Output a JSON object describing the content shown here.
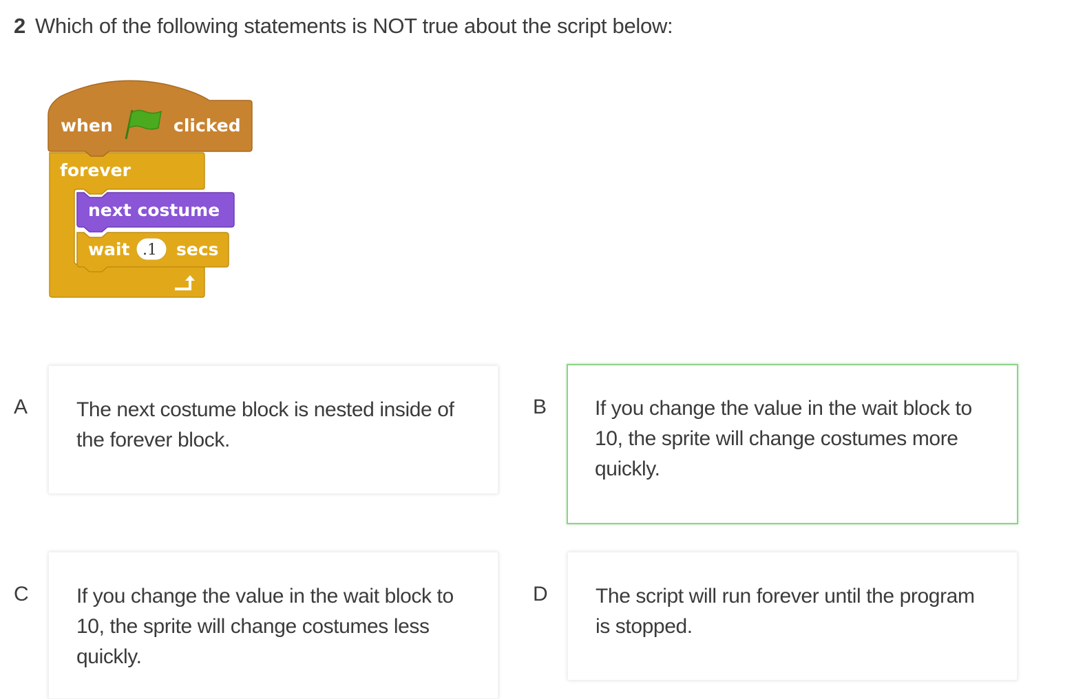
{
  "question": {
    "number": "2",
    "text": "Which of the following statements is NOT true about the script below:"
  },
  "script": {
    "hat_when": "when",
    "hat_clicked": "clicked",
    "flag_icon": "green-flag-icon",
    "forever_label": "forever",
    "next_costume_label": "next costume",
    "wait_label": "wait",
    "wait_value": ".1",
    "secs_label": "secs",
    "loop_arrow_icon": "loop-arrow-icon",
    "colors": {
      "events": "#c88330",
      "control": "#e1a91a",
      "looks": "#8a55d7",
      "flag": "#4caa1f"
    }
  },
  "options": [
    {
      "letter": "A",
      "text": "The next costume block is nested inside of the forever block.",
      "selected": false
    },
    {
      "letter": "B",
      "text": "If you change the value in the wait block to 10, the sprite will change costumes more quickly.",
      "selected": true
    },
    {
      "letter": "C",
      "text": "If you change the value in the wait block to 10, the sprite will change costumes less quickly.",
      "selected": false
    },
    {
      "letter": "D",
      "text": "The script will run forever until the program is stopped.",
      "selected": false
    }
  ],
  "colors": {
    "text": "#3b3b3b",
    "selected_border": "#8fd18a",
    "background": "#ffffff"
  }
}
